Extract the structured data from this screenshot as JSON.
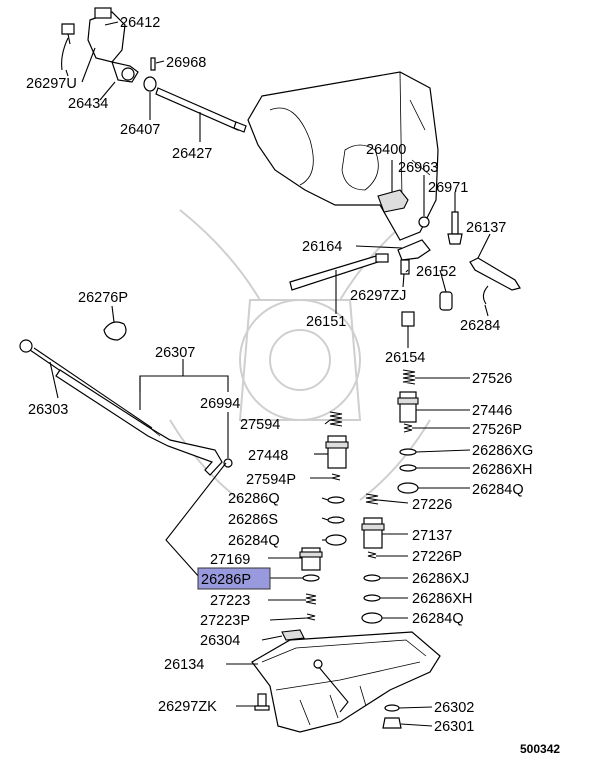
{
  "labels": {
    "p26412": "26412",
    "p26968": "26968",
    "p26297U": "26297U",
    "p26434": "26434",
    "p26407": "26407",
    "p26427": "26427",
    "p26400": "26400",
    "p26963": "26963",
    "p26971": "26971",
    "p26137": "26137",
    "p26164": "26164",
    "p26152": "26152",
    "p26297ZJ": "26297ZJ",
    "p26151": "26151",
    "p26284a": "26284",
    "p26276P": "26276P",
    "p26307": "26307",
    "p26154": "26154",
    "p26303": "26303",
    "p26994": "26994",
    "p27526": "27526",
    "p27594": "27594",
    "p27446": "27446",
    "p27526P": "27526P",
    "p27448": "27448",
    "p26286XG": "26286XG",
    "p26286XH": "26286XH",
    "p27594P": "27594P",
    "p26284Qa": "26284Q",
    "p26286Q": "26286Q",
    "p27226": "27226",
    "p26286S": "26286S",
    "p27137": "27137",
    "p26284Qb": "26284Q",
    "p27169": "27169",
    "p27226P": "27226P",
    "p26286P": "26286P",
    "p26286XJ": "26286XJ",
    "p27223": "27223",
    "p26286XH2": "26286XH",
    "p27223P": "27223P",
    "p26284Qc": "26284Q",
    "p26304": "26304",
    "p26134": "26134",
    "p26297ZK": "26297ZK",
    "p26302": "26302",
    "p26301": "26301"
  },
  "ref_number": "500342",
  "colors": {
    "highlight": "#9999dd",
    "line": "#000000",
    "watermark": "#cfcfcf"
  }
}
